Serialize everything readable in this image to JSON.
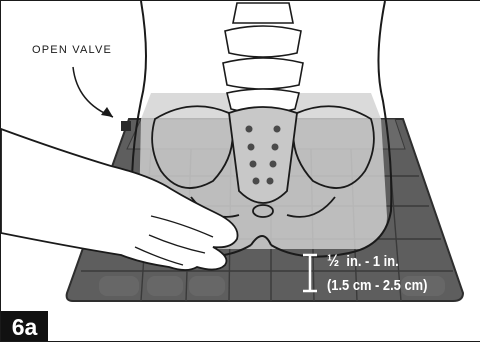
{
  "figure": {
    "callout": "OPEN VALVE",
    "measurement": {
      "fraction": "½",
      "line1_rest": "  in. - 1 in.",
      "line2": "(1.5 cm - 2.5 cm)"
    },
    "step_tag": "6a"
  },
  "colors": {
    "cushion": "#5e5e5e",
    "cushion_edge": "#3a3a3a",
    "pelvis_shade": "#d2d2d2",
    "tag_bg": "#111111",
    "ink": "#1a1a1a"
  }
}
